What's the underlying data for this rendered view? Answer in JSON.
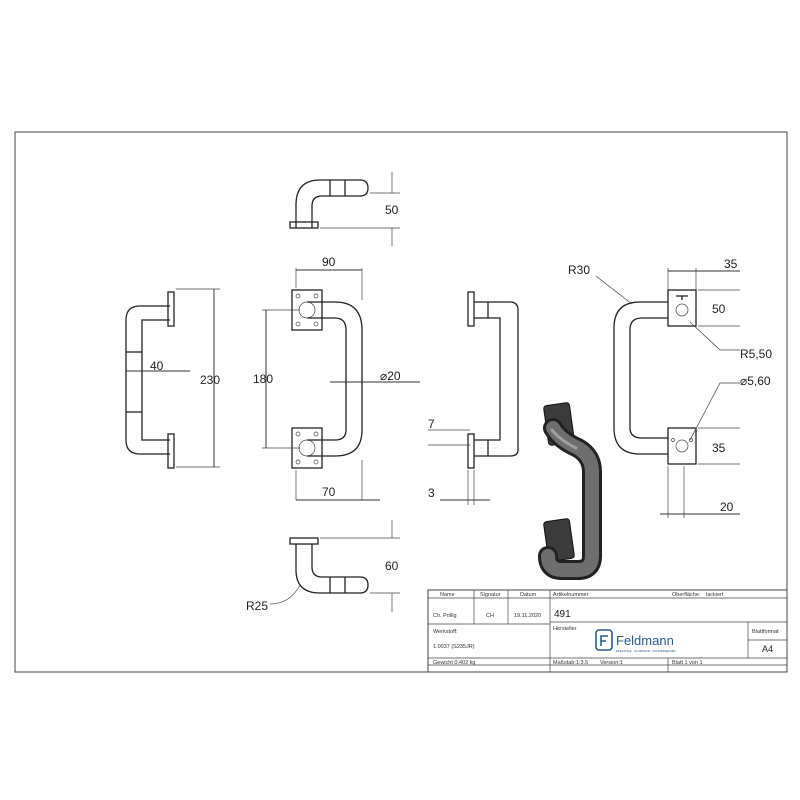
{
  "dimensions": {
    "top_view_height": "50",
    "front_width": "90",
    "front_height": "180",
    "front_diameter": "⌀20",
    "front_bottom_width": "70",
    "left_offset": "40",
    "left_height": "230",
    "side_seven": "7",
    "side_three": "3",
    "bottom_view_height": "60",
    "bottom_radius": "R25",
    "detail_radius": "R30",
    "detail_top_width": "35",
    "detail_top_height": "50",
    "detail_radius_small": "R5,50",
    "detail_hole": "⌀5,60",
    "detail_bottom_height": "35",
    "detail_bottom_width": "20"
  },
  "title_block": {
    "headers": {
      "name": "Name",
      "signature": "Signatur",
      "date": "Datum",
      "article_number": "Artikelnummer",
      "surface": "Oberfläche:",
      "manufacturer": "Hersteller",
      "sheet_format": "Blattformat"
    },
    "drawn_by": "Ch. Pollig",
    "signature": "CH",
    "date": "19.11.2020",
    "article_number": "491",
    "surface_value": "lackiert",
    "material_label": "Werkstoff:",
    "material": "1.0037 (S235JR)",
    "weight": "Gewicht 0.402 kg",
    "scale": "Maßstab:1:3.5",
    "version": "Version:1",
    "sheet": "Blatt 1 von 1",
    "format": "A4",
    "logo_text": "Feldmann",
    "logo_tagline": "EDELSTAHL · ALUMINIUM · SCHMIEDEEISEN"
  }
}
